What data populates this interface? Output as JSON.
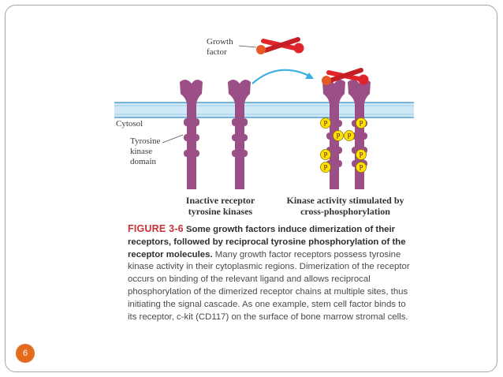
{
  "labels": {
    "growth_factor": "Growth factor",
    "cytosol": "Cytosol",
    "tyrosine_kinase_domain": "Tyrosine kinase domain",
    "inactive": "Inactive receptor tyrosine kinases",
    "active": "Kinase activity stimulated by cross-phosphorylation",
    "phosphate": "P"
  },
  "caption": {
    "figure_number": "FIGURE 3-6",
    "title": "Some growth factors induce dimerization of their receptors, followed by reciprocal tyrosine phosphorylation of the receptor molecules.",
    "body": "Many growth factor receptors possess tyrosine kinase activity in their cytoplasmic regions. Dimerization of the receptor occurs on binding of the relevant ligand and allows reciprocal phosphorylation of the dimerized receptor chains at multiple sites, thus initiating the signal cascade. As one example, stem cell factor binds to its receptor, c-kit (CD117) on the surface of bone marrow stromal cells."
  },
  "slide_number": "6",
  "colors": {
    "receptor": "#9b4f86",
    "membrane": "#b9dcef",
    "phosphate": "#ffe200",
    "ligand_red": "#e0242a",
    "arrow": "#39aee0",
    "figure_number": "#c8323a"
  }
}
